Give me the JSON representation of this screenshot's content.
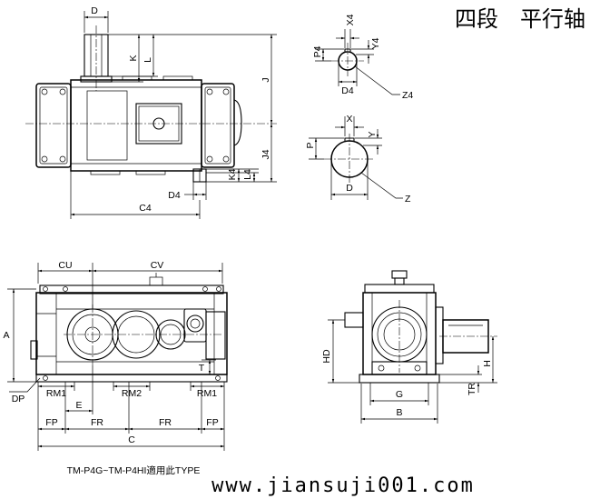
{
  "title": "四段　平行轴",
  "caption": "TM-P4G~TM-P4HI適用此TYPE",
  "watermark": "www.jiansuji001.com",
  "colors": {
    "ink": "#000000",
    "paper": "#ffffff"
  },
  "top_view": {
    "d": "D",
    "k": "K",
    "l": "L",
    "j": "J",
    "j4": "J4",
    "k4": "K4",
    "l4": "L4",
    "d4": "D4",
    "c4": "C4"
  },
  "input_shaft_section": {
    "x4": "X4",
    "p4": "P4",
    "y4": "Y4",
    "d4": "D4",
    "z4": "Z4"
  },
  "output_shaft_section": {
    "x": "X",
    "p": "P",
    "y": "Y",
    "d": "D",
    "z": "Z"
  },
  "front_view": {
    "cu": "CU",
    "cv": "CV",
    "a": "A",
    "t": "T",
    "dp": "DP",
    "rm1_left": "RM1",
    "rm2": "RM2",
    "rm1_right": "RM1",
    "e": "E",
    "fp_left": "FP",
    "fr_left": "FR",
    "fr_right": "FR",
    "fp_right": "FP",
    "c": "C"
  },
  "side_view": {
    "hd": "HD",
    "h": "H",
    "tr": "TR",
    "g": "G",
    "b": "B"
  }
}
